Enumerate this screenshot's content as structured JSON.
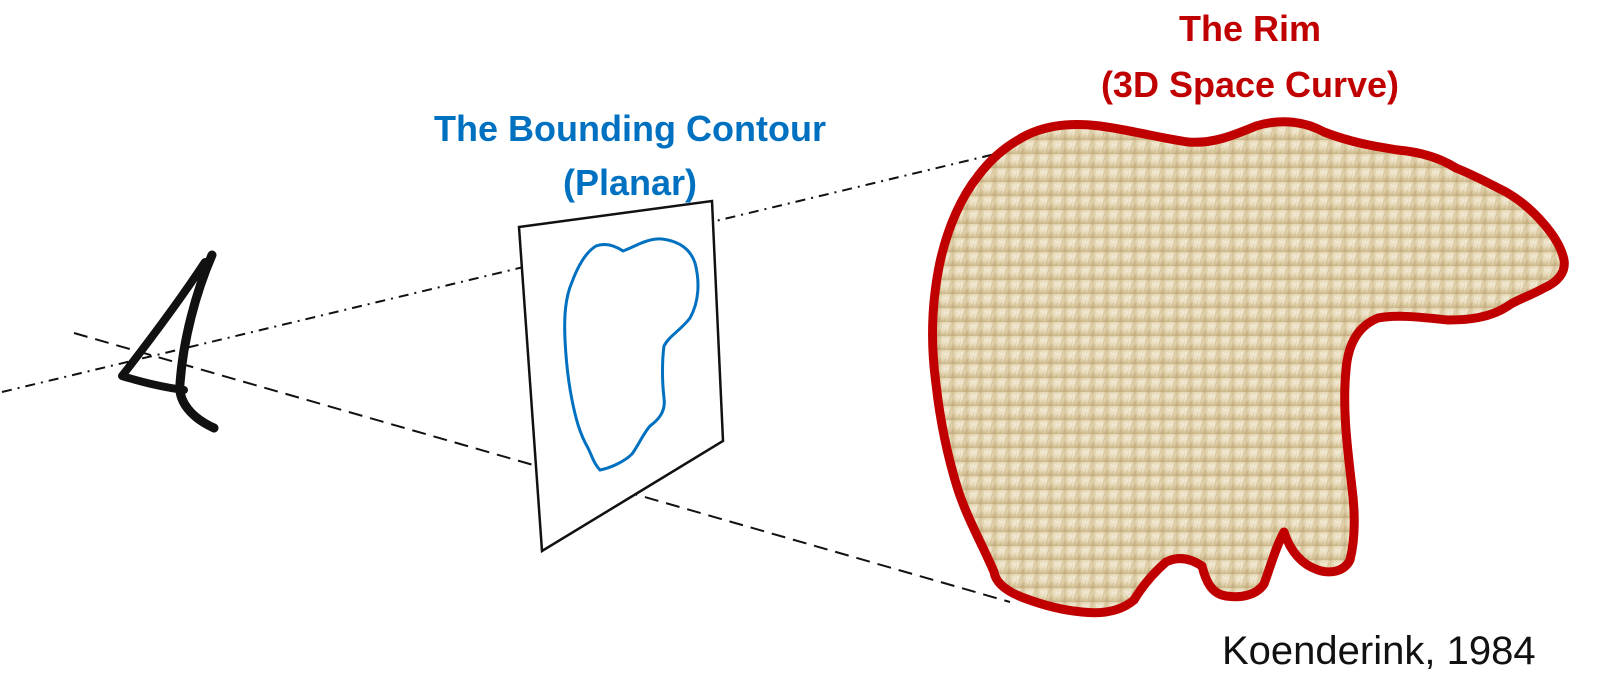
{
  "labels": {
    "rim_title": "The Rim",
    "rim_subtitle": "(3D Space Curve)",
    "contour_title": "The Bounding Contour",
    "contour_subtitle": "(Planar)",
    "citation": "Koenderink, 1984"
  },
  "colors": {
    "rim": "#c00000",
    "contour": "#0070c0",
    "lines": "#111111",
    "fur_light": "#efe6cf",
    "fur_mid": "#d9c79c",
    "fur_dark": "#b79f6f"
  },
  "icons": {
    "viewer": "eye-icon"
  }
}
